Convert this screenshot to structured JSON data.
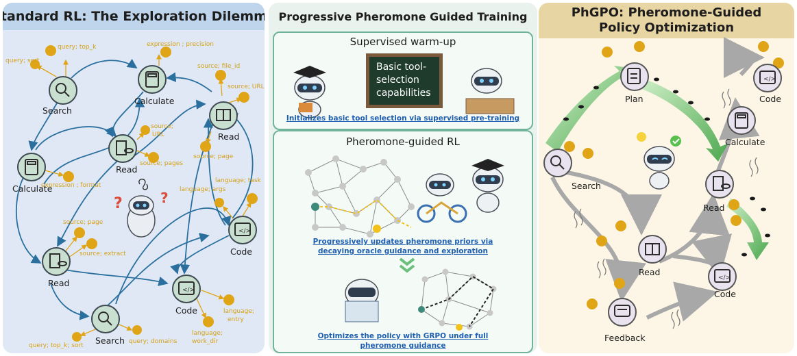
{
  "panel_left": {
    "title": "Standard RL: The Exploration Dilemma",
    "nodes": {
      "search1": "Search",
      "calculate1": "Calculate",
      "read1": "Read",
      "calculate2": "Calculate",
      "read2": "Read",
      "code1": "Code",
      "read3": "Read",
      "code2": "Code",
      "search2": "Search"
    },
    "params": {
      "search1_a": "query; top_k",
      "search1_b": "query; sort",
      "calc1": "expression ; precision",
      "read1_a": "source; file_id",
      "read1_b": "source; URL",
      "read1_c": "source; page",
      "read2_a": "source;",
      "read2_b": "URL",
      "read2_c": "source; pages",
      "calc2": "expression ; format",
      "code1_a": "language; task",
      "code1_b": "language; args",
      "read3_a": "source; page",
      "read3_b": "source; extract",
      "code2_a": "language;",
      "code2_b": "entry",
      "code2_c": "language;",
      "code2_d": "work_dir",
      "search2_a": "query; top_k; sort",
      "search2_b": "query; domains"
    }
  },
  "panel_middle": {
    "title": "Progressive Pheromone Guided Training",
    "warmup": {
      "heading": "Supervised warm-up",
      "board_l1": "Basic tool-",
      "board_l2": "selection",
      "board_l3": "capabilities",
      "caption": "Initializes basic tool selection via supervised pre-training"
    },
    "rl": {
      "heading": "Pheromone-guided RL",
      "caption_l1": "Progressively updates pheromone priors via",
      "caption_l2": "decaying oracle guidance and exploration",
      "caption2_l1": "Optimizes the policy with GRPO under full",
      "caption2_l2": "pheromone guidance"
    }
  },
  "panel_right": {
    "title_l1": "PhGPO: Pheromone-Guided",
    "title_l2": "Policy Optimization",
    "nodes": {
      "plan": "Plan",
      "code_top": "Code",
      "calculate": "Calculate",
      "search": "Search",
      "read_mid": "Read",
      "read_low": "Read",
      "code_low": "Code",
      "feedback": "Feedback"
    }
  },
  "colors": {
    "edge_blue": "#2a6f9e",
    "param_gold": "#e0a516",
    "pheromone_green": "#3faa3a",
    "grey_flow": "#a8a8a8",
    "caption_blue": "#1f5fb0"
  }
}
